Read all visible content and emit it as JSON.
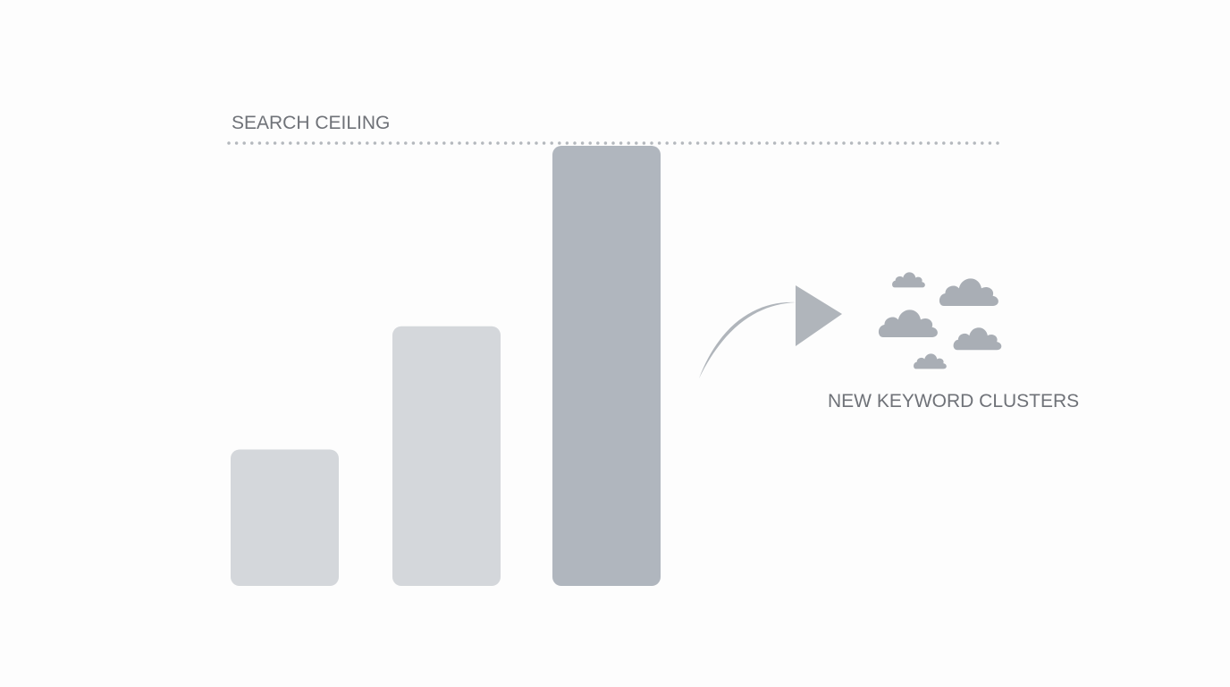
{
  "ceiling": {
    "label": "SEARCH CEILING"
  },
  "bars": [
    {
      "name": "bar-1",
      "level": 0.31,
      "color": "#d4d7db"
    },
    {
      "name": "bar-2",
      "level": 0.59,
      "color": "#d4d7db"
    },
    {
      "name": "bar-3",
      "level": 1.0,
      "color": "#b0b6be"
    }
  ],
  "clusters": {
    "label": "NEW KEYWORD CLUSTERS",
    "icon": "cloud-icon",
    "count": 5,
    "color": "#a9aeb5"
  },
  "arrow": {
    "icon": "curved-arrow-icon",
    "color": "#b0b5bb"
  },
  "colors": {
    "text": "#6f7278",
    "dots": "#b4b8bd"
  }
}
